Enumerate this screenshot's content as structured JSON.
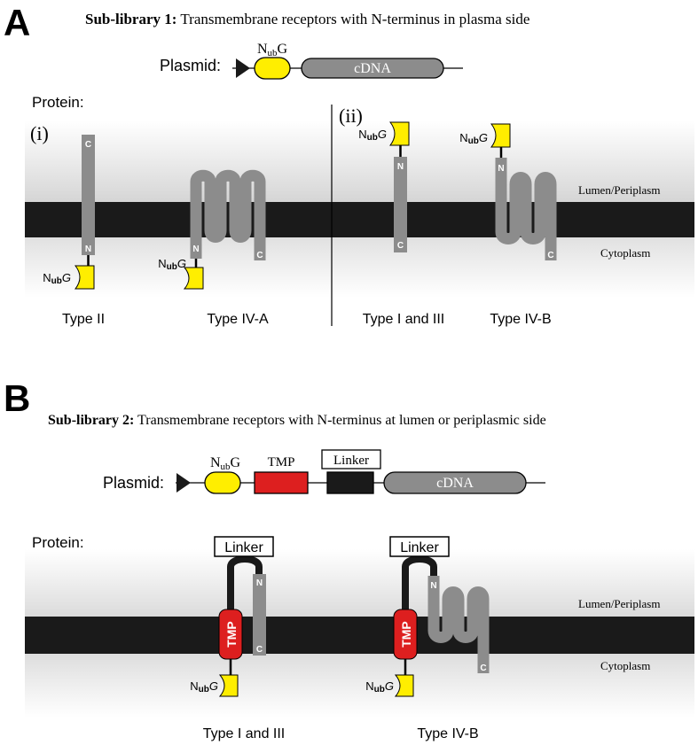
{
  "panel_a": {
    "letter": "A",
    "title_bold": "Sub-library 1:",
    "title_rest": " Transmembrane receptors with  N-terminus in plasma side",
    "plasmid_label": "Plasmid:",
    "plasmid_nubg": "NubG",
    "plasmid_cdna": "cDNA",
    "protein_label": "Protein:",
    "section_i": "(i)",
    "section_ii": "(ii)",
    "lumen_label": "Lumen/Periplasm",
    "cytoplasm_label": "Cytoplasm",
    "terminal_c": "C",
    "terminal_n": "N",
    "nubg_prefix": "N",
    "nubg_sub": "ub",
    "nubg_suffix": "G",
    "types": [
      "Type II",
      "Type IV-A",
      "Type I and III",
      "Type IV-B"
    ]
  },
  "panel_b": {
    "letter": "B",
    "title_bold": "Sub-library 2:",
    "title_rest": " Transmembrane receptors with N-terminus at lumen or periplasmic side",
    "plasmid_label": "Plasmid:",
    "plasmid_nubg": "NubG",
    "plasmid_tmp": "TMP",
    "plasmid_linker": "Linker",
    "plasmid_cdna": "cDNA",
    "protein_label": "Protein:",
    "linker_label": "Linker",
    "tmp_label": "TMP",
    "lumen_label": "Lumen/Periplasm",
    "cytoplasm_label": "Cytoplasm",
    "terminal_c": "C",
    "terminal_n": "N",
    "nubg_prefix": "N",
    "nubg_sub": "ub",
    "nubg_suffix": "G",
    "types": [
      "Type I and III",
      "Type IV-B"
    ]
  },
  "colors": {
    "membrane": "#1a1a1a",
    "receptor": "#8c8c8c",
    "nubg": "#ffee00",
    "tmp": "#dd1f1f",
    "gradient_edge": "#d9d9d9"
  }
}
